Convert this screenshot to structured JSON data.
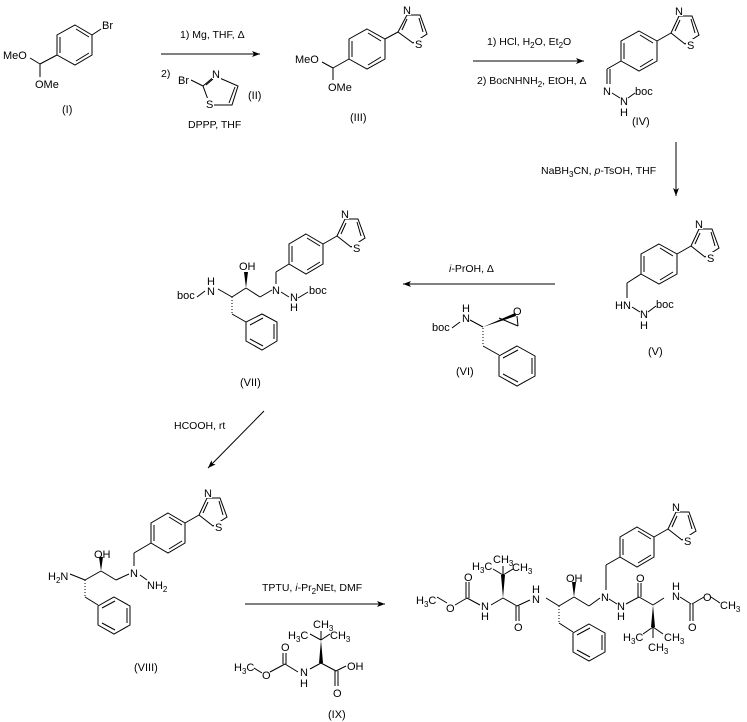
{
  "scheme": {
    "compounds": {
      "I": {
        "label": "(I)",
        "atoms": {
          "br": "Br",
          "meo": "MeO",
          "ome": "OMe"
        }
      },
      "II": {
        "label": "(II)",
        "atoms": {
          "br": "Br",
          "n": "N",
          "s": "S"
        }
      },
      "III": {
        "label": "(III)",
        "atoms": {
          "meo": "MeO",
          "ome": "OMe",
          "n": "N",
          "s": "S"
        }
      },
      "IV": {
        "label": "(IV)",
        "atoms": {
          "n1": "N",
          "n2": "N",
          "h": "H",
          "boc": "boc",
          "tn": "N",
          "ts": "S"
        }
      },
      "V": {
        "label": "(V)",
        "atoms": {
          "hn": "HN",
          "n": "N",
          "h": "H",
          "boc": "boc",
          "tn": "N",
          "ts": "S"
        }
      },
      "VI": {
        "label": "(VI)",
        "atoms": {
          "h": "H",
          "n": "N",
          "boc": "boc",
          "o": "O"
        }
      },
      "VII": {
        "label": "(VII)",
        "atoms": {
          "h1": "H",
          "n1": "N",
          "boc1": "boc",
          "oh": "OH",
          "n2": "N",
          "n3": "N",
          "h3": "H",
          "boc2": "boc",
          "tn": "N",
          "ts": "S"
        }
      },
      "VIII": {
        "label": "(VIII)",
        "atoms": {
          "h2n": "H",
          "h2n_sub": "2",
          "h2n_n": "N",
          "oh": "OH",
          "n": "N",
          "nh2": "NH",
          "nh2_sub": "2",
          "tn": "N",
          "ts": "S"
        }
      },
      "IX": {
        "label": "(IX)",
        "atoms": {
          "ch3": "CH",
          "ch3_sub": "3",
          "h3c_a": "H",
          "h3c_a_sub": "3",
          "h3c_a_c": "C",
          "ch3_b": "CH",
          "ch3_b_sub": "3",
          "o1": "O",
          "h3c": "H",
          "h3c_sub": "3",
          "h3c_c": "C",
          "o2": "O",
          "n": "N",
          "h": "H",
          "oh": "OH",
          "o3": "O"
        }
      },
      "product": {
        "atoms": {
          "h3c": "H",
          "sub3": "3",
          "c": "C",
          "o": "O",
          "n": "N",
          "h": "H",
          "oh": "OH",
          "ch3": "CH",
          "s": "S",
          "tn": "N"
        }
      }
    },
    "conditions": {
      "step1_line1": "1) Mg, THF, Δ",
      "step1_line2": "2)",
      "step1_line3": "DPPP, THF",
      "step2_line1_a": "1) HCl, H",
      "step2_line1_b": "2",
      "step2_line1_c": "O, Et",
      "step2_line1_d": "2",
      "step2_line1_e": "O",
      "step2_line2_a": "2) BocNHNH",
      "step2_line2_b": "2",
      "step2_line2_c": ", EtOH, Δ",
      "step3_a": "NaBH",
      "step3_b": "3",
      "step3_c": "CN, ",
      "step3_d": "p",
      "step3_e": "-TsOH, THF",
      "step4_a": "i",
      "step4_b": "-PrOH, Δ",
      "step5": "HCOOH, rt",
      "step6_a": "TPTU, ",
      "step6_b": "i",
      "step6_c": "-Pr",
      "step6_d": "2",
      "step6_e": "NEt, DMF"
    }
  }
}
